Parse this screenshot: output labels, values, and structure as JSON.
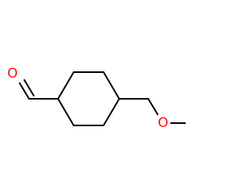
{
  "molecule": {
    "atoms": [
      {
        "id": "o-carbonyl",
        "symbol": "O",
        "color": "#ff0d0d"
      },
      {
        "id": "o-ether",
        "symbol": "O",
        "color": "#ff0d0d"
      }
    ],
    "bond_color": "#000000",
    "background": "#ffffff"
  }
}
